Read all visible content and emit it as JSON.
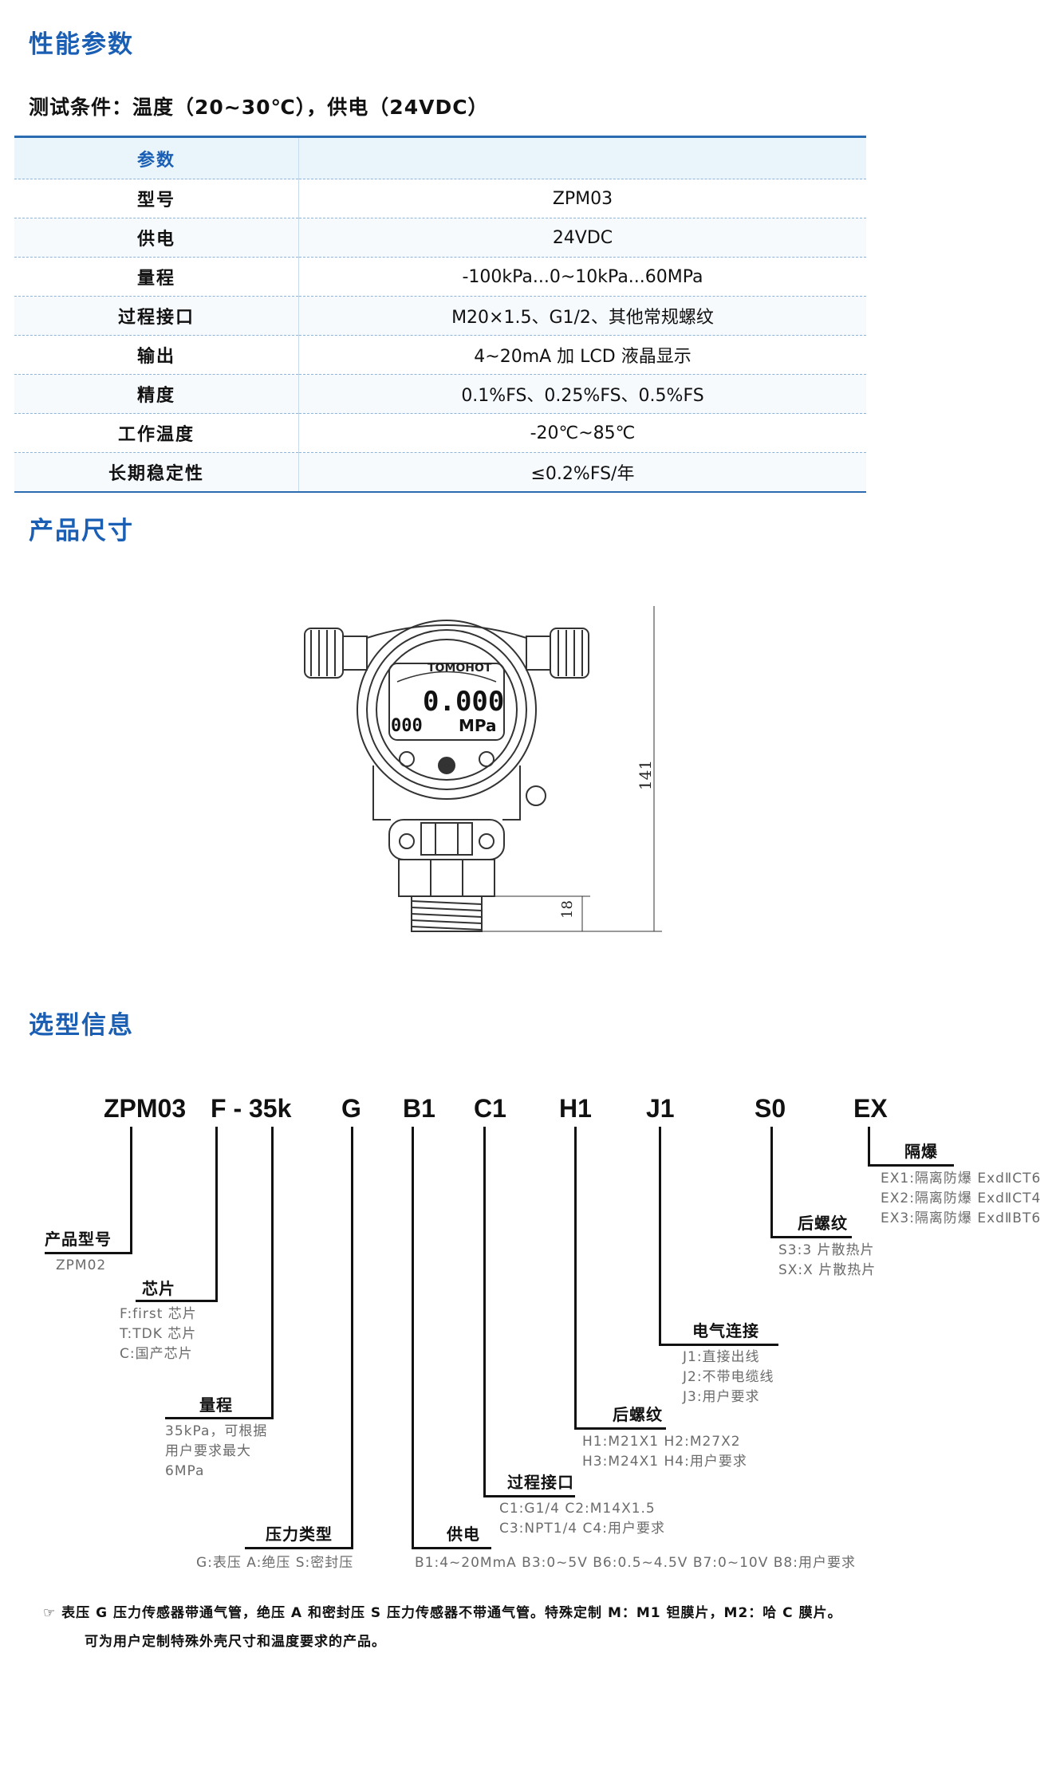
{
  "sections": {
    "performance": "性能参数",
    "dimensions": "产品尺寸",
    "selection": "选型信息"
  },
  "test_condition": "测试条件：温度（20~30℃），供电（24VDC）",
  "spec_table": {
    "header": [
      "参数",
      ""
    ],
    "rows": [
      {
        "key": "型号",
        "value": "ZPM03"
      },
      {
        "key": "供电",
        "value": "24VDC"
      },
      {
        "key": "量程",
        "value": "-100kPa...0~10kPa...60MPa"
      },
      {
        "key": "过程接口",
        "value": "M20×1.5、G1/2、其他常规螺纹"
      },
      {
        "key": "输出",
        "value": "4~20mA 加 LCD 液晶显示"
      },
      {
        "key": "精度",
        "value": "0.1%FS、0.25%FS、0.5%FS"
      },
      {
        "key": "工作温度",
        "value": "-20℃~85℃"
      },
      {
        "key": "长期稳定性",
        "value": "≤0.2%FS/年"
      }
    ]
  },
  "drawing": {
    "dim_total": "141",
    "dim_thread": "18",
    "lcd_main": "0.000",
    "lcd_sub": "000",
    "lcd_unit": "MPa",
    "brand": "TOMOHOT"
  },
  "selection": {
    "codes": [
      "ZPM03",
      "F - 35k",
      "G",
      "B1",
      "C1",
      "H1",
      "J1",
      "S0",
      "EX"
    ],
    "groups": {
      "model": {
        "label": "产品型号",
        "options": [
          "ZPM02"
        ]
      },
      "chip": {
        "label": "芯片",
        "options": [
          "F:first 芯片",
          "T:TDK 芯片",
          "C:国产芯片"
        ]
      },
      "range": {
        "label": "量程",
        "options": [
          "35kPa，可根据",
          "用户要求最大",
          "6MPa"
        ]
      },
      "pressure_type": {
        "label": "压力类型",
        "options": [
          "G:表压 A:绝压 S:密封压"
        ]
      },
      "power": {
        "label": "供电",
        "options": [
          "B1:4~20MmA   B3:0~5V   B6:0.5~4.5V   B7:0~10V   B8:用户要求"
        ]
      },
      "interface": {
        "label": "过程接口",
        "options": [
          "C1:G1/4        C2:M14X1.5",
          "C3:NPT1/4     C4:用户要求"
        ]
      },
      "rear_thread_h": {
        "label": "后螺纹",
        "options": [
          "H1:M21X1     H2:M27X2",
          "H3:M24X1     H4:用户要求"
        ]
      },
      "electrical": {
        "label": "电气连接",
        "options": [
          "J1:直接出线",
          "J2:不带电缆线",
          "J3:用户要求"
        ]
      },
      "rear_thread_s": {
        "label": "后螺纹",
        "options": [
          "S3:3 片散热片",
          "SX:X 片散热片"
        ]
      },
      "explosion": {
        "label": "隔爆",
        "options": [
          "EX1:隔离防爆 ExdⅡCT6",
          "EX2:隔离防爆 ExdⅡCT4",
          "EX3:隔离防爆 ExdⅡBT6"
        ]
      }
    }
  },
  "notes": [
    "☞  表压 G 压力传感器带通气管，绝压 A 和密封压 S 压力传感器不带通气管。特殊定制 M：M1 钽膜片，M2：哈 C 膜片。",
    "可为用户定制特殊外壳尺寸和温度要求的产品。"
  ]
}
